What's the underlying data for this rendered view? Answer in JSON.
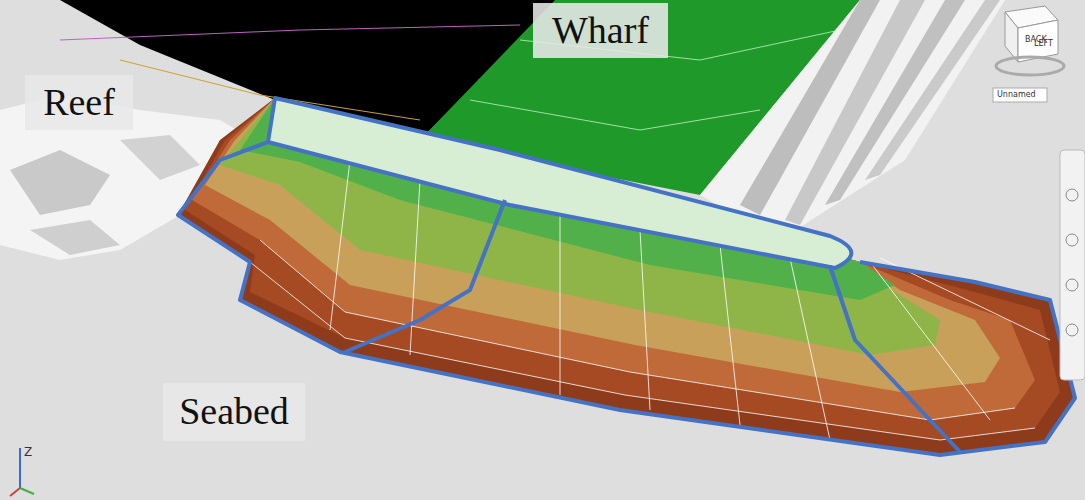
{
  "diagram": {
    "nodes": [
      {
        "text": [
          "Wharf"
        ]
      },
      {
        "text": [
          "Reef"
        ]
      },
      {
        "text": [
          "Seabed"
        ]
      }
    ],
    "labels": [
      "BACK",
      "LEFT",
      "Unnamed",
      "Z"
    ]
  }
}
